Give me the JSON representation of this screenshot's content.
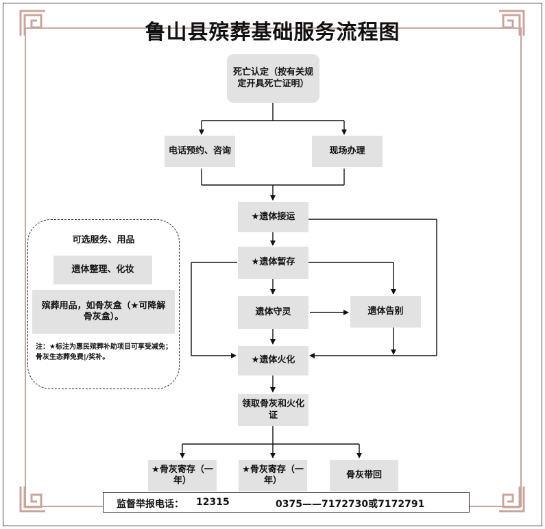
{
  "title": "鲁山县殡葬基础服务流程图",
  "nodes": {
    "death_cert": "死亡认定（按有关规定开具死亡证明）",
    "phone": "电话预约、咨询",
    "onsite": "现场办理",
    "transport": "★遗体接运",
    "storage": "★遗体暂存",
    "vigil": "遗体守灵",
    "farewell": "遗体告别",
    "cremation": "★遗体火化",
    "collect": "领取骨灰和火化证",
    "ash_store_1": "★骨灰寄存（一年）",
    "ash_store_2": "★骨灰寄存（一年）",
    "take_home": "骨灰带回"
  },
  "optional_panel": {
    "title": "可选服务、用品",
    "item1": "遗体整理、化妆",
    "item2": "殡葬用品，如骨灰盒（★可降解骨灰盒）。",
    "note": "注：★标注为惠民殡葬补助项目可享受减免；骨灰生态葬免费|/奖补。"
  },
  "hotline": {
    "label": "监督举报电话：",
    "number": "12315",
    "alt": "0375——7172730或7172791"
  },
  "colors": {
    "box_fill": "#e2e2e2",
    "border_accent": "#c8a59c",
    "line": "#111111"
  }
}
